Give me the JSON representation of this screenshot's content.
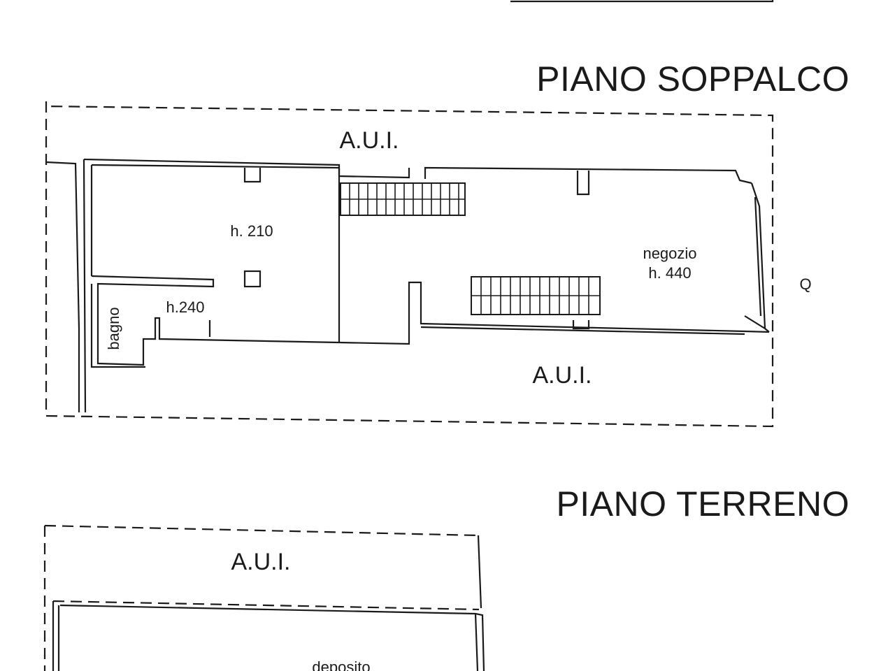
{
  "mezzanine": {
    "title": "PIANO SOPPALCO",
    "aui_top": "A.U.I.",
    "aui_bottom": "A.U.I.",
    "room_height_left": "h. 210",
    "bathroom": "bagno",
    "room_height_small": "h.240",
    "shop_name": "negozio",
    "shop_height": "h. 440",
    "side_mark": "Q"
  },
  "ground": {
    "title": "PIANO TERRENO",
    "aui_top": "A.U.I.",
    "storage": "deposito"
  }
}
